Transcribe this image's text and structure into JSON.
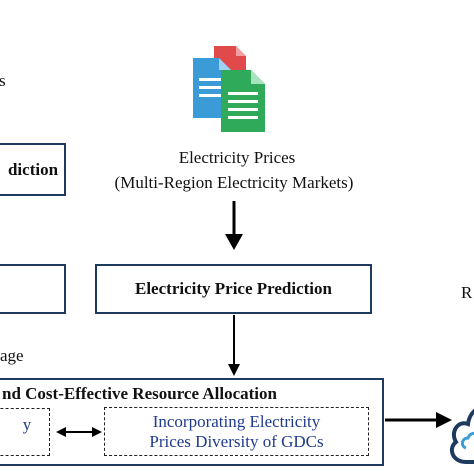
{
  "left_partial": {
    "top_text": "s",
    "prediction_box": "diction",
    "usage_text": "age",
    "allocation_title": "nd Cost-Effective  Resource Allocation",
    "dashed_left": "y"
  },
  "center": {
    "source_title": "Electricity Prices",
    "source_subtitle": "(Multi-Region Electricity Markets)",
    "prediction_box": "Electricity Price Prediction",
    "incorporating_line1": "Incorporating Electricity",
    "incorporating_line2": "Prices Diversity of GDCs"
  },
  "right_partial": {
    "label": "R"
  },
  "icons": [
    "documents-icon",
    "cloud-icon"
  ],
  "colors": {
    "box_border": "#1f3a5f",
    "dashed_text": "#1f3a8f",
    "doc_blue": "#3a9bd6",
    "doc_green": "#2eaa5a",
    "doc_red": "#e04a4a",
    "cloud": "#1f3a5f"
  }
}
